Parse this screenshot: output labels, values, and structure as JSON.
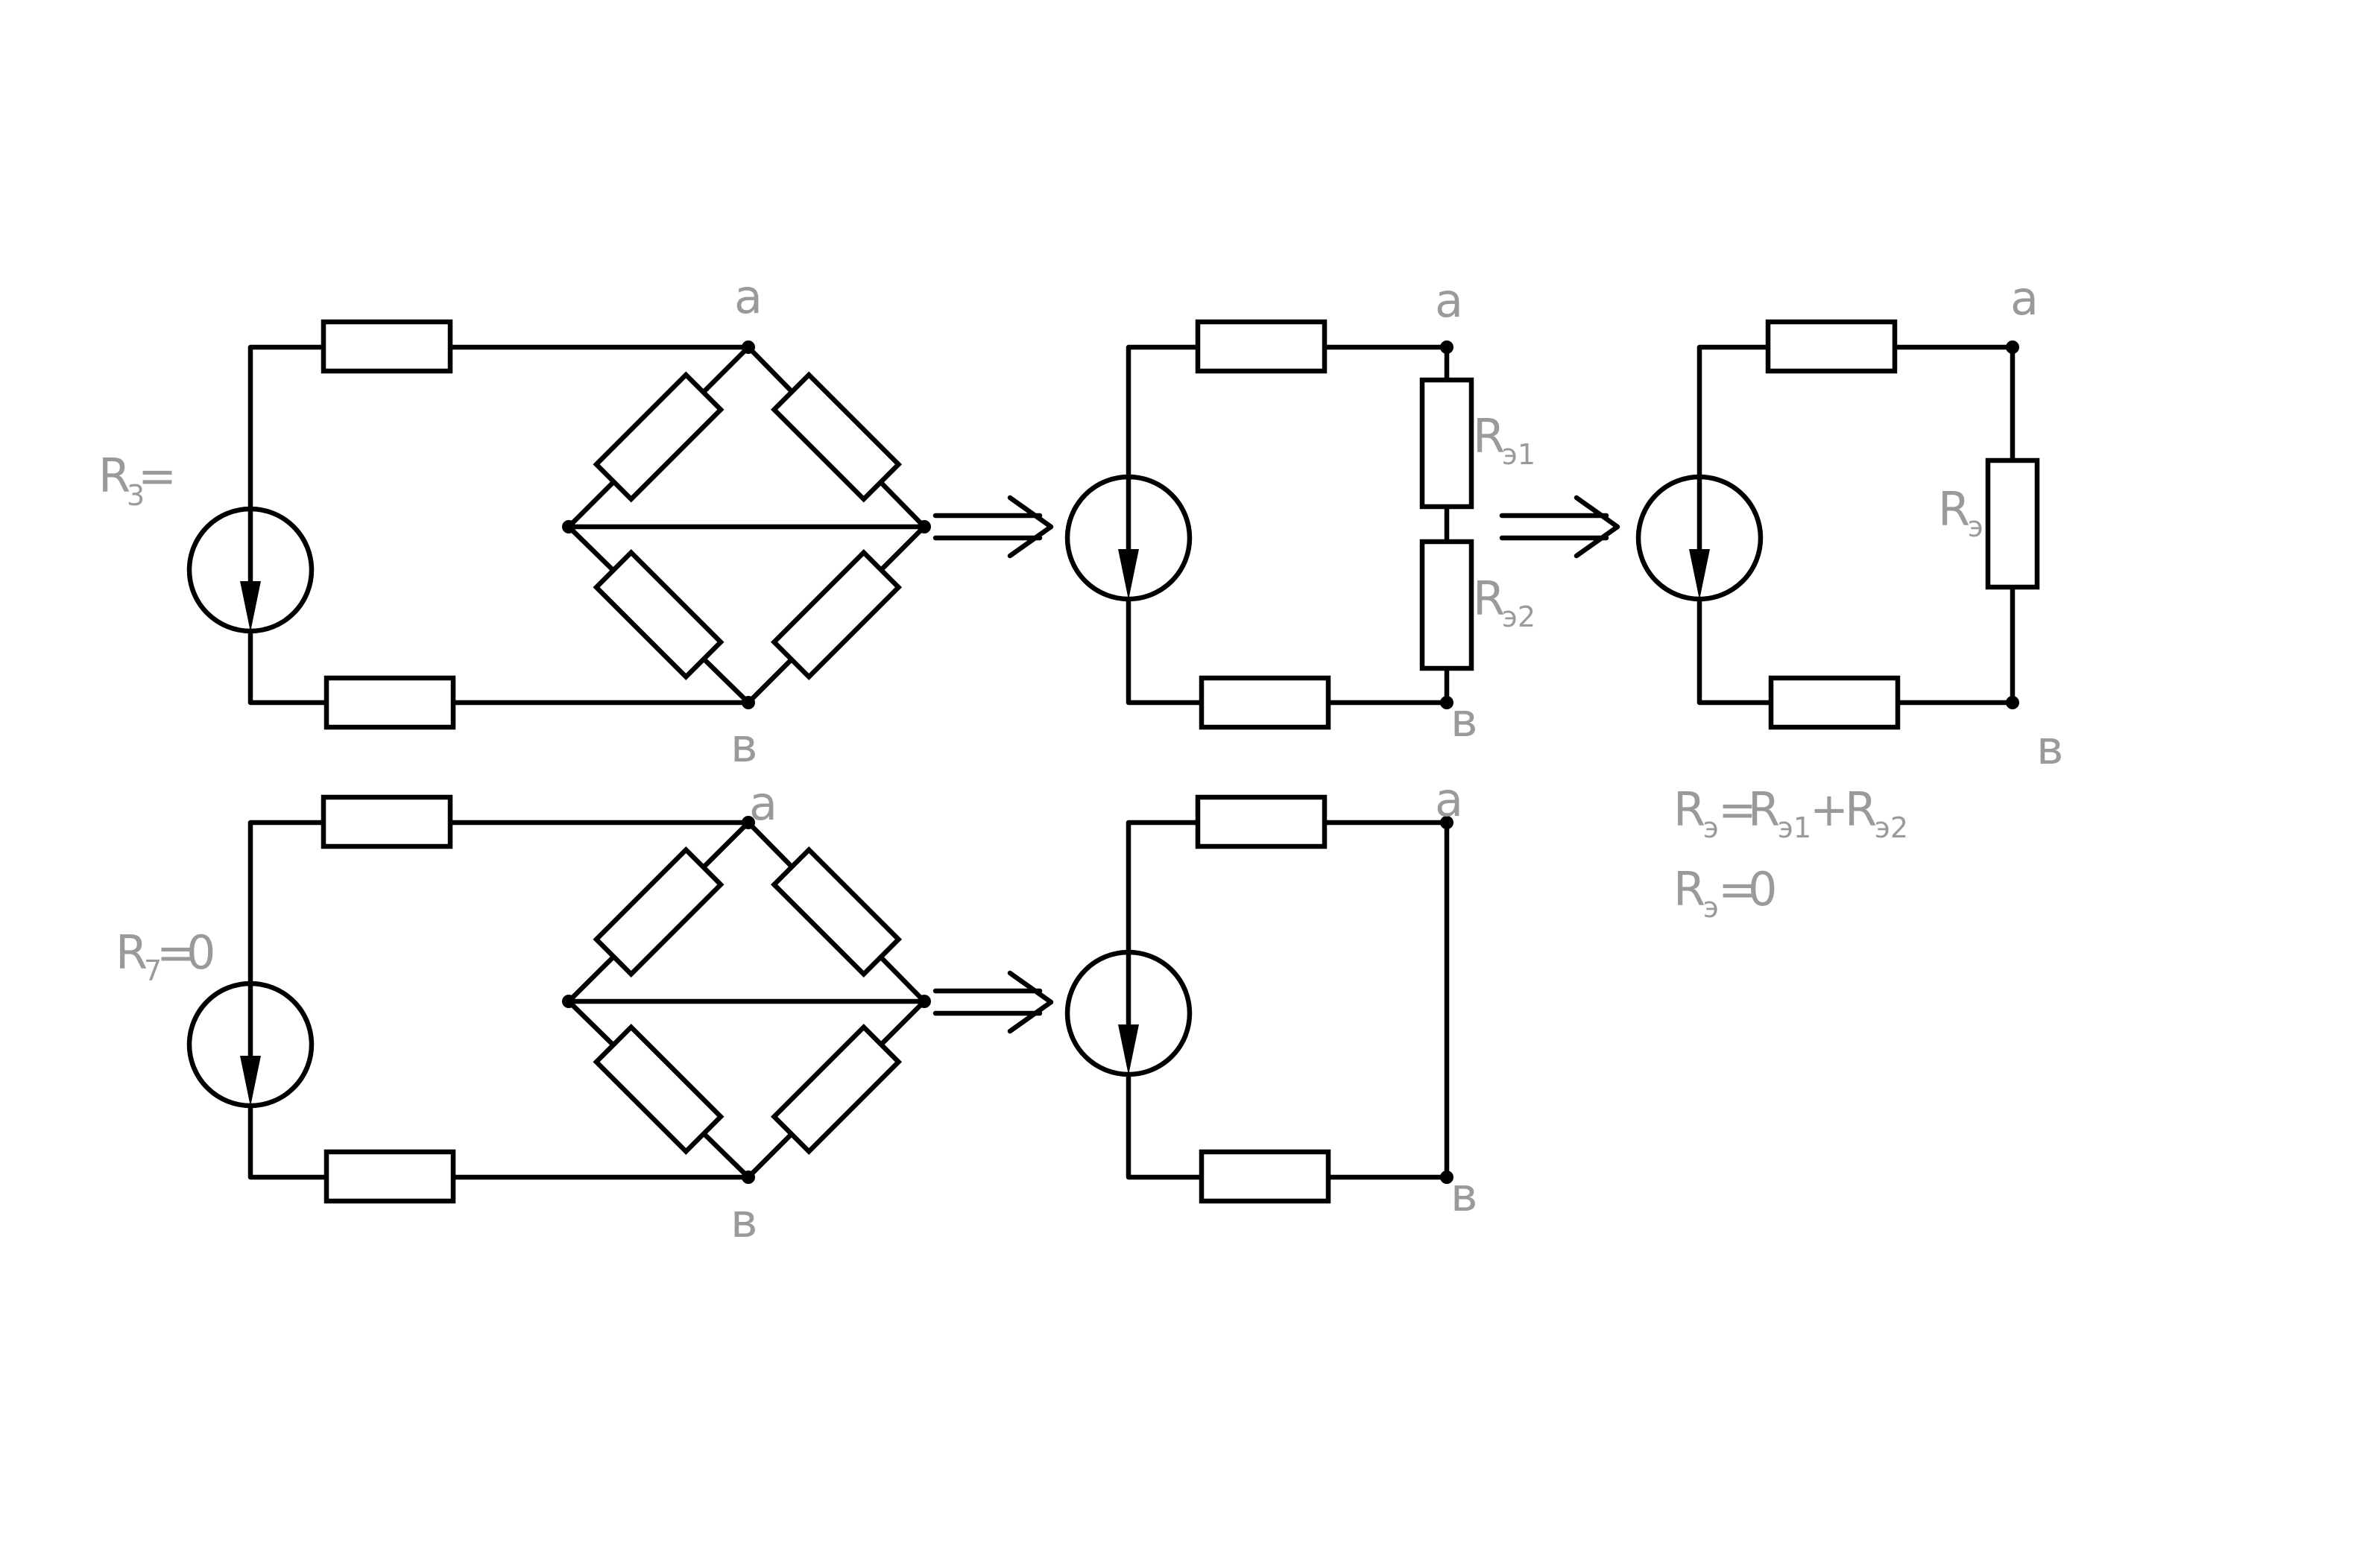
{
  "labels": {
    "node_a": "a",
    "node_b": "в",
    "r": "R",
    "sub_3": "3",
    "sub_7": "7",
    "sub_e": "э",
    "sub_e1": "э1",
    "sub_e2": "э2",
    "eq": "=",
    "plus": "+",
    "zero": "0"
  },
  "colors": {
    "wire": "#000000",
    "label": "#9a9a9a",
    "background": "#ffffff"
  },
  "icons": {
    "source": "current-source-icon",
    "resistor": "resistor-icon",
    "arrow": "double-arrow-icon"
  }
}
